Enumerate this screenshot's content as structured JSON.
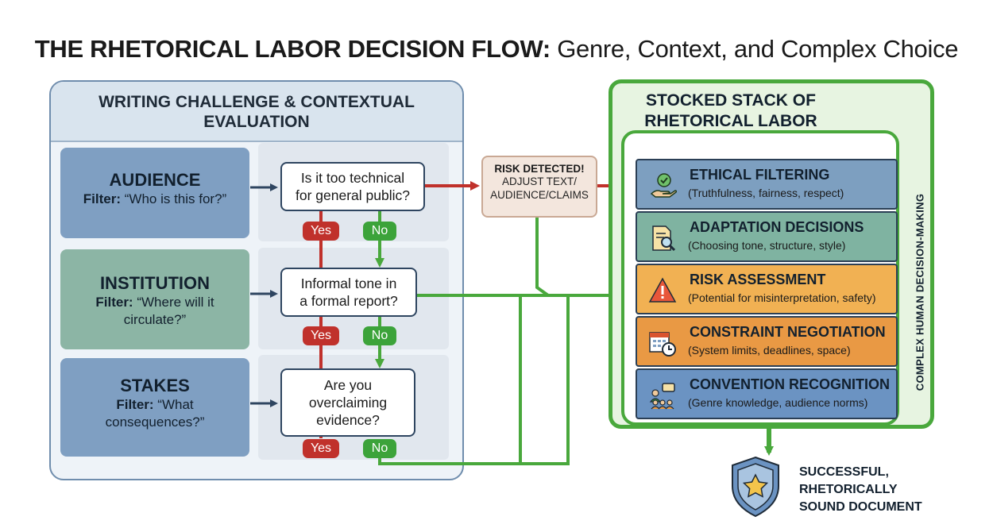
{
  "title": {
    "bold": "THE RHETORICAL LABOR DECISION FLOW:",
    "rest": " Genre, Context, and Complex Choice"
  },
  "left_panel": {
    "header_line1": "WRITING CHALLENGE & CONTEXTUAL",
    "header_line2": "EVALUATION"
  },
  "filters": [
    {
      "heading": "AUDIENCE",
      "prefix": "Filter:",
      "text": " “Who is this for?”",
      "text2": ""
    },
    {
      "heading": "INSTITUTION",
      "prefix": "Filter:",
      "text": " “Where will it",
      "text2": "circulate?”"
    },
    {
      "heading": "STAKES",
      "prefix": "Filter:",
      "text": " “What",
      "text2": "consequences?”"
    }
  ],
  "questions": [
    {
      "line1": "Is it too technical",
      "line2": "for general public?",
      "line3": ""
    },
    {
      "line1": "Informal tone in",
      "line2": "a formal report?",
      "line3": ""
    },
    {
      "line1": "Are you",
      "line2": "overclaiming",
      "line3": "evidence?"
    }
  ],
  "answers": {
    "yes": "Yes",
    "no": "No"
  },
  "risk": {
    "heading": "RISK DETECTED!",
    "line1": "ADJUST TEXT/",
    "line2": "AUDIENCE/CLAIMS"
  },
  "stack": {
    "title_line1": "STOCKED STACK OF",
    "title_line2": "RHETORICAL LABOR",
    "side_label": "COMPLEX HUMAN DECISION-MAKING",
    "layers": [
      {
        "title": "ETHICAL FILTERING",
        "subtitle": "(Truthfulness, fairness, respect)",
        "icon": "ethics-hand-check-icon"
      },
      {
        "title": "ADAPTATION DECISIONS",
        "subtitle": "(Choosing tone, structure, style)",
        "icon": "document-magnifier-icon"
      },
      {
        "title": "RISK ASSESSMENT",
        "subtitle": "(Potential for misinterpretation, safety)",
        "icon": "warning-triangle-icon"
      },
      {
        "title": "CONSTRAINT NEGOTIATION",
        "subtitle": "(System limits, deadlines, space)",
        "icon": "calendar-clock-icon"
      },
      {
        "title": "CONVENTION RECOGNITION",
        "subtitle": "(Genre knowledge, audience norms)",
        "icon": "people-chat-icon"
      }
    ]
  },
  "outcome": {
    "line1": "SUCCESSFUL,",
    "line2": "RHETORICALLY",
    "line3": "SOUND DOCUMENT",
    "icon": "shield-star-icon"
  },
  "colors": {
    "green": "#49a83c",
    "red": "#c0312b",
    "navy": "#2e4560"
  }
}
